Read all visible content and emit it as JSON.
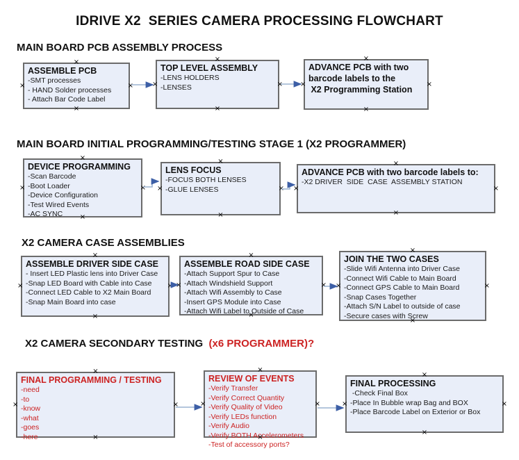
{
  "title": "IDRIVE X2  SERIES CAMERA PROCESSING FLOWCHART",
  "colors": {
    "box_fill": "#e9eef9",
    "box_border": "#6b6b6b",
    "connector_line": "#9cb3d1",
    "connector_arrow": "#3d5fa6",
    "red_text": "#cc2222",
    "black_text": "#111111"
  },
  "sections": [
    {
      "header": "MAIN BOARD PCB ASSEMBLY PROCESS"
    },
    {
      "header": "MAIN BOARD INITIAL PROGRAMMING/TESTING STAGE 1 (X2 PROGRAMMER)"
    },
    {
      "header": "X2 CAMERA CASE ASSEMBLIES"
    },
    {
      "header_black": "X2 CAMERA SECONDARY TESTING  ",
      "header_red": "(x6 PROGRAMMER)?"
    }
  ],
  "boxes": [
    {
      "title": "ASSEMBLE PCB",
      "items": [
        "-SMT processes",
        "- HAND Solder processes",
        "- Attach Bar Code Label"
      ]
    },
    {
      "title": "TOP LEVEL ASSEMBLY",
      "items": [
        "-LENS HOLDERS",
        "-LENSES"
      ]
    },
    {
      "title_lines": [
        "ADVANCE PCB with two",
        "barcode labels to the",
        " X2 Programming Station"
      ],
      "items": []
    },
    {
      "title": "DEVICE PROGRAMMING",
      "items": [
        "-Scan Barcode",
        "-Boot Loader",
        "-Device Configuration",
        "-Test Wired Events",
        "-AC SYNC"
      ]
    },
    {
      "title": "LENS FOCUS",
      "items": [
        "-FOCUS BOTH LENSES",
        "-GLUE LENSES"
      ]
    },
    {
      "title": "ADVANCE PCB with two barcode labels to:",
      "items": [
        "-X2 DRIVER  SIDE  CASE  ASSEMBLY STATION"
      ]
    },
    {
      "title": "ASSEMBLE DRIVER SIDE CASE",
      "items": [
        "- Insert LED Plastic lens into Driver Case",
        "-Snap LED Board with Cable into Case",
        "-Connect LED Cable to X2 Main Board",
        "-Snap Main Board into case"
      ]
    },
    {
      "title": "ASSEMBLE ROAD SIDE CASE",
      "items": [
        "-Attach Support Spur to Case",
        "-Attach Windshield Support",
        "-Attach Wifi Assembly to Case",
        "-Insert GPS Module into Case",
        "-Attach Wifi Label to Outside of Case"
      ]
    },
    {
      "title": "JOIN THE TWO CASES",
      "items": [
        "-Slide Wifi Antenna into Driver Case",
        "-Connect Wifi Cable to Main Board",
        "-Connect GPS Cable to Main Board",
        "-Snap Cases Together",
        "-Attach S/N Label to outside of case",
        "-Secure cases with Screw"
      ]
    },
    {
      "title": "FINAL PROGRAMMING / TESTING",
      "red": true,
      "items": [
        "-need",
        "-to",
        "-know",
        "-what",
        "-goes",
        "-here"
      ]
    },
    {
      "title": "REVIEW OF EVENTS",
      "red": true,
      "items": [
        "-Verify Transfer",
        "-Verify Correct Quantity",
        "-Verify Quality of Video",
        "-Verify LEDs function",
        "-Verify Audio",
        "-Verify BOTH Accelerometers",
        "-Test of accessory ports?"
      ]
    },
    {
      "title": "FINAL PROCESSING",
      "items": [
        " -Check Final Box",
        "-Place In Bubble wrap Bag and BOX",
        "-Place Barcode Label on Exterior or Box"
      ]
    }
  ],
  "flow_edges": [
    {
      "from": "ASSEMBLE PCB",
      "to": "TOP LEVEL ASSEMBLY"
    },
    {
      "from": "TOP LEVEL ASSEMBLY",
      "to": "ADVANCE PCB with two barcode labels to the X2 Programming Station"
    },
    {
      "from": "DEVICE PROGRAMMING",
      "to": "LENS FOCUS"
    },
    {
      "from": "LENS FOCUS",
      "to": "ADVANCE PCB with two barcode labels to: X2 DRIVER SIDE CASE ASSEMBLY STATION"
    },
    {
      "from": "ASSEMBLE DRIVER SIDE CASE",
      "to": "ASSEMBLE ROAD SIDE CASE"
    },
    {
      "from": "ASSEMBLE ROAD SIDE CASE",
      "to": "JOIN THE TWO CASES"
    },
    {
      "from": "FINAL PROGRAMMING / TESTING",
      "to": "REVIEW OF EVENTS"
    },
    {
      "from": "REVIEW OF EVENTS",
      "to": "FINAL PROCESSING"
    }
  ]
}
